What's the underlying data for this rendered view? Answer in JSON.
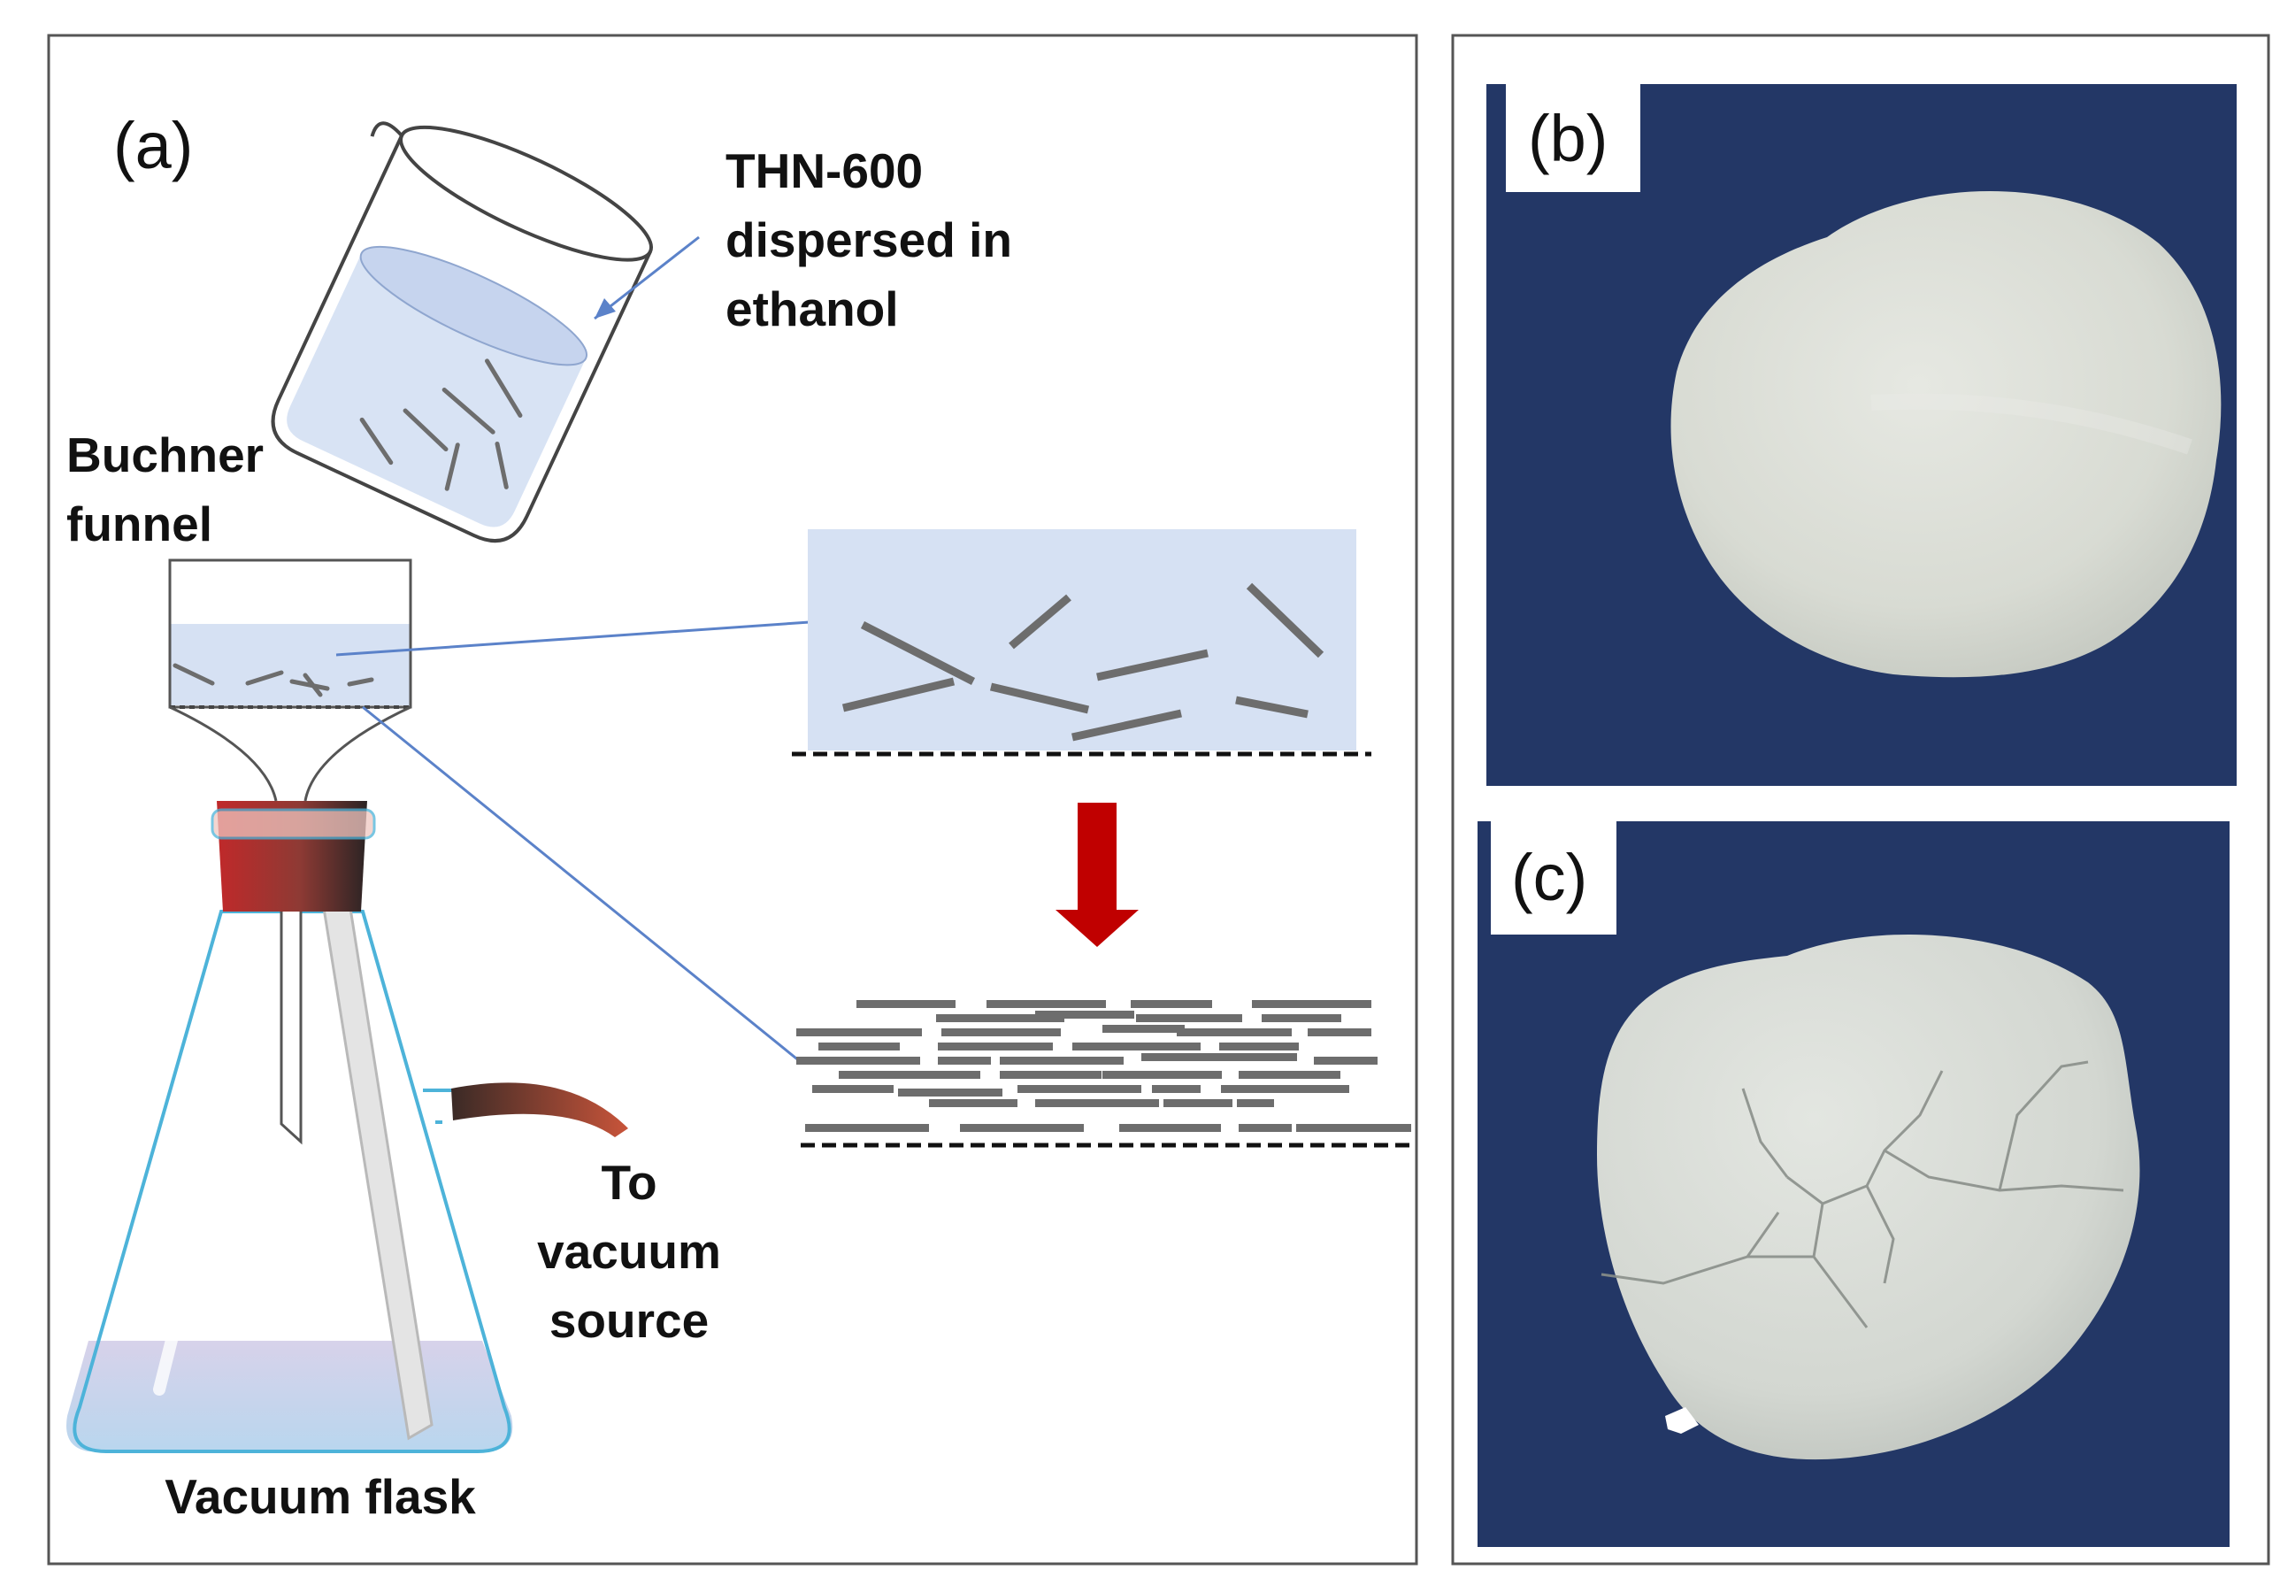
{
  "panels": {
    "a": {
      "label": "(a)"
    },
    "b": {
      "label": "(b)"
    },
    "c": {
      "label": "(c)"
    }
  },
  "labels": {
    "beaker": [
      "THN-600",
      "dispersed in",
      "ethanol"
    ],
    "funnel": [
      "Buchner",
      "funnel"
    ],
    "vacuum_source": [
      "To",
      "vacuum",
      "source"
    ],
    "flask": "Vacuum flask"
  },
  "colors": {
    "photo_background": "#233766",
    "liquid": "#d6e1f3",
    "flake": "#6d6d6d",
    "arrow": "#c00000",
    "sample": "#d8dcd6",
    "panel_border": "#555555",
    "callout_line": "#5b82c9",
    "flask_outline": "#4db3d9"
  }
}
